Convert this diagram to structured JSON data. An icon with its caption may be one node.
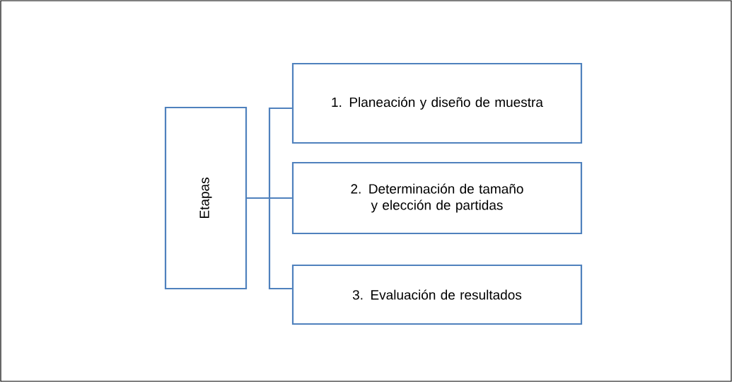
{
  "diagram": {
    "nodes": [
      {
        "text": [
          "Etapas"
        ]
      },
      {
        "text": [
          "1. Planeación y diseño de muestra"
        ]
      },
      {
        "text": [
          "2. Determinación de tamaño y elección de partidas"
        ]
      },
      {
        "text": [
          "3. Evaluación de resultados"
        ]
      }
    ],
    "edges": [
      {
        "from": 0,
        "to": 1,
        "arrow": "none"
      },
      {
        "from": 0,
        "to": 2,
        "arrow": "none"
      },
      {
        "from": 0,
        "to": 3,
        "arrow": "none"
      }
    ]
  }
}
